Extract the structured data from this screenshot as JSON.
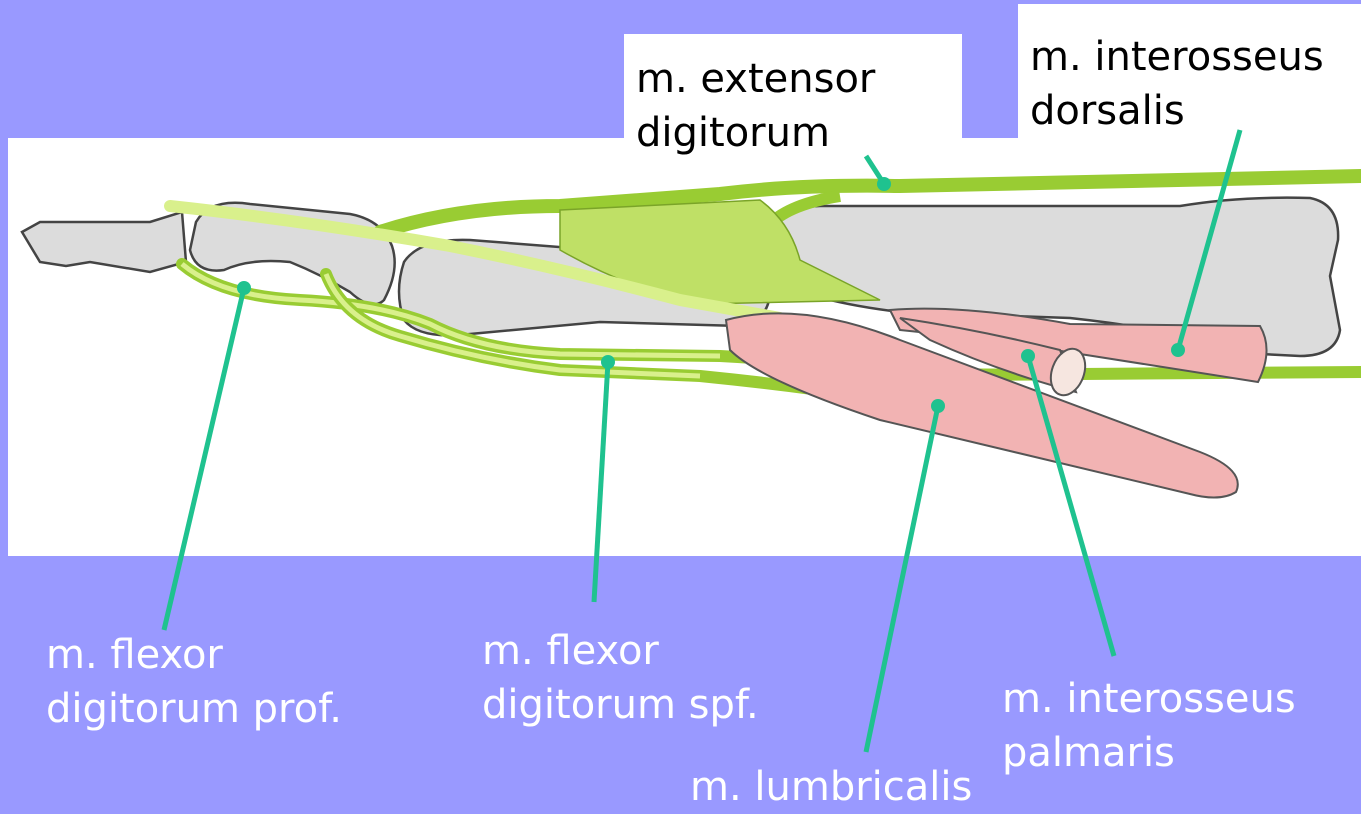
{
  "diagram": {
    "labels": {
      "extensor": [
        "m. extensor",
        "digitorum"
      ],
      "dorsal_interosseus": [
        "m. interosseus",
        "dorsalis"
      ],
      "flexor_prof": [
        "m. flexor",
        "digitorum prof."
      ],
      "flexor_spf": [
        "m. flexor",
        "digitorum spf."
      ],
      "lumbricalis": [
        "m. lumbricalis"
      ],
      "palmar_interosseus": [
        "m. interosseus",
        "palmaris"
      ]
    },
    "colors": {
      "background": "#9999ff",
      "panel": "#ffffff",
      "bone": "#dcdcdc",
      "bone_outline": "#444444",
      "tendon": "#99cc33",
      "tendon_light": "#d9f08c",
      "muscle": "#f2b3b3",
      "leader": "#1fc28f",
      "dark_text": "#000000",
      "light_text": "#ffffff"
    }
  }
}
